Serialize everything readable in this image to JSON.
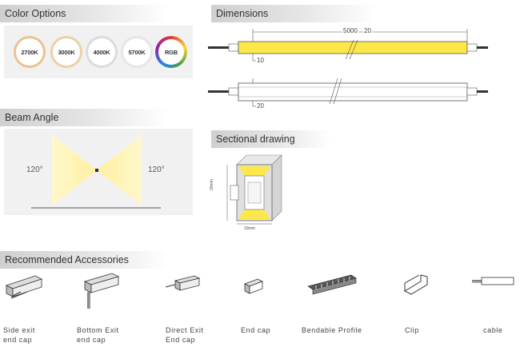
{
  "color_options": {
    "title": "Color Options",
    "swatches": [
      {
        "label": "2700K",
        "ring": "#e9c391"
      },
      {
        "label": "3000K",
        "ring": "#ecd0aa"
      },
      {
        "label": "4000K",
        "ring": "#dcdcdc"
      },
      {
        "label": "5700K",
        "ring": "#e6e6e6"
      },
      {
        "label": "RGB",
        "ring": "rainbow"
      }
    ]
  },
  "beam_angle": {
    "title": "Beam Angle",
    "left_label": "120°",
    "right_label": "120°",
    "light_color": "#fff3a8"
  },
  "dimensions": {
    "title": "Dimensions",
    "top_length": "5000",
    "top_height": "20",
    "top_width": "10",
    "bottom_width": "20",
    "strip_color": "#fde84a"
  },
  "sectional": {
    "title": "Sectional drawing",
    "height_label": "20mm",
    "width_label": "10mm"
  },
  "accessories": {
    "title": "Recommended Accessories",
    "items": [
      {
        "label": "Side exit\nend cap",
        "icon": "side-exit-end-cap-icon"
      },
      {
        "label": "Bottom Exit\nend cap",
        "icon": "bottom-exit-end-cap-icon"
      },
      {
        "label": "Direct Exit\nEnd cap",
        "icon": "direct-exit-end-cap-icon"
      },
      {
        "label": "End cap",
        "icon": "end-cap-icon"
      },
      {
        "label": "Bendable Profile",
        "icon": "bendable-profile-icon"
      },
      {
        "label": "Clip",
        "icon": "clip-icon"
      },
      {
        "label": "cable",
        "icon": "cable-icon"
      }
    ]
  }
}
